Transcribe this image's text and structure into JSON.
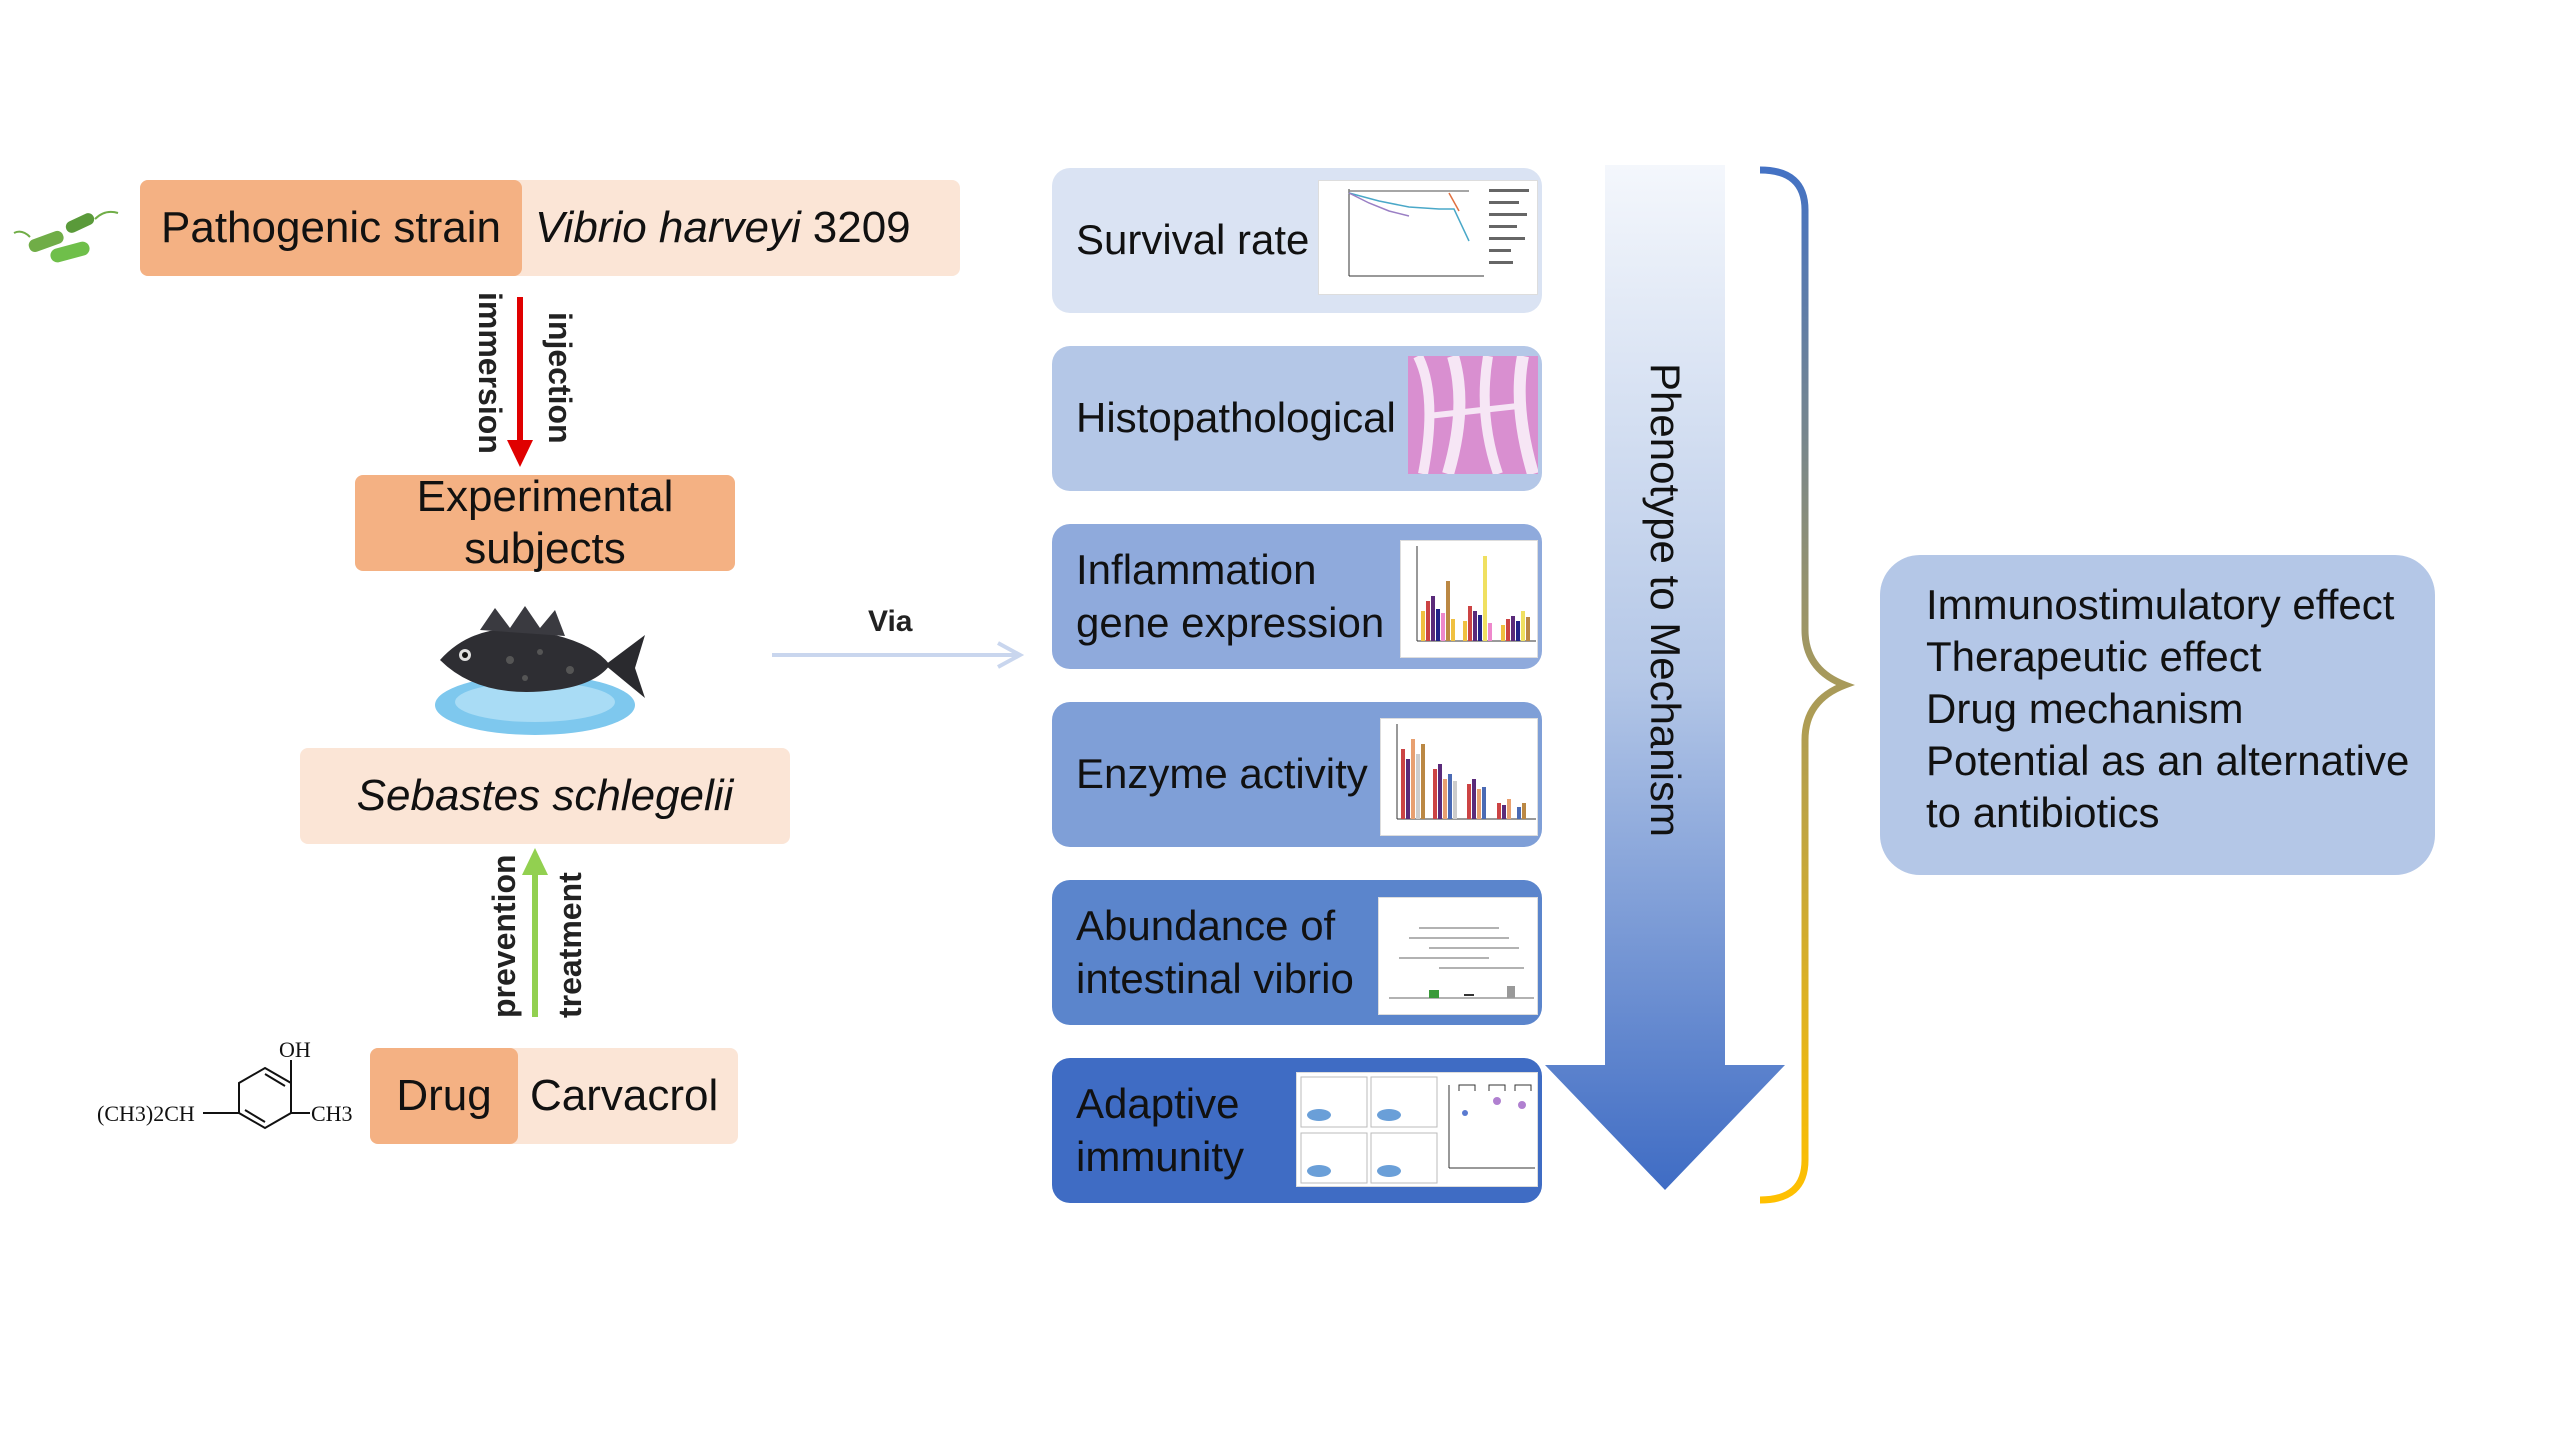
{
  "left": {
    "strain_label": "Pathogenic strain",
    "strain_name": "Vibrio harveyi",
    "strain_number": "3209",
    "route_immersion": "immersion",
    "route_injection": "injection",
    "subjects_label": "Experimental subjects",
    "species": "Sebastes schlegelii",
    "use_prevention": "prevention",
    "use_treatment": "treatment",
    "drug_label": "Drug",
    "drug_name": "Carvacrol",
    "formula_oh": "OH",
    "formula_left": "(CH3)2CH",
    "formula_right": "CH3"
  },
  "via_label": "Via",
  "panels": [
    {
      "label": "Survival rate",
      "bg": "#dae3f3"
    },
    {
      "label": "Histopathological",
      "bg": "#b4c7e7"
    },
    {
      "label": "Inflammation gene expression",
      "line1": "Inflammation",
      "line2": "gene expression",
      "bg": "#8faadc"
    },
    {
      "label": "Enzyme activity",
      "bg": "#7f9fd7"
    },
    {
      "label": "Abundance of intestinal vibrio",
      "line1": "Abundance of",
      "line2": "intestinal vibrio",
      "bg": "#5b85cc"
    },
    {
      "label": "Adaptive immunity",
      "line1": "Adaptive",
      "line2": "immunity",
      "bg": "#3f6cc4"
    }
  ],
  "arrow_label": "Phenotype to Mechanism",
  "outcomes": [
    "Immunostimulatory effect",
    "Therapeutic effect",
    "Drug mechanism",
    "Potential as an alternative",
    "to antibiotics"
  ],
  "colors": {
    "orange": "#f4b183",
    "peach": "#fbe5d6",
    "red_arrow": "#e00000",
    "green_arrow": "#92d050",
    "bracket_top": "#4472c4",
    "bracket_bottom": "#ffc000"
  }
}
